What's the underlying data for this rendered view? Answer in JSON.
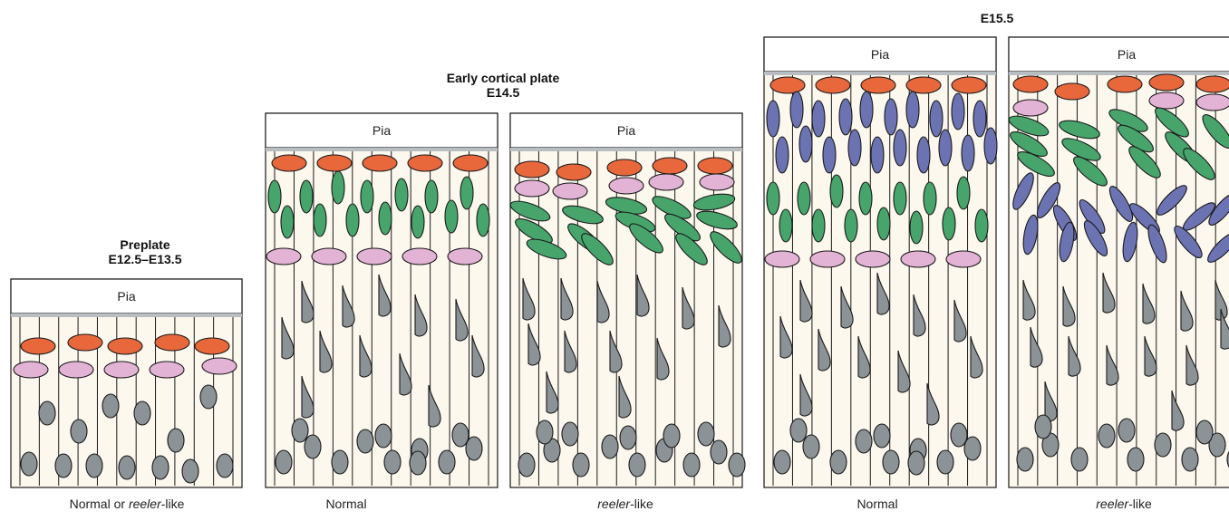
{
  "stages": [
    {
      "title": "Preplate",
      "subtitle": "E12.5–E13.5"
    },
    {
      "title": "Early cortical plate",
      "subtitle": "E14.5"
    },
    {
      "title": "",
      "subtitle": "E15.5"
    }
  ],
  "pia_label": "Pia",
  "captions": [
    {
      "italic": "",
      "prefix": "Normal or ",
      "emph": "reeler",
      "suffix": "-like"
    },
    {
      "prefix": "Normal",
      "emph": "",
      "suffix": ""
    },
    {
      "prefix": "",
      "emph": "reeler",
      "suffix": "-like"
    },
    {
      "prefix": "Normal",
      "emph": "",
      "suffix": ""
    },
    {
      "prefix": "",
      "emph": "reeler",
      "suffix": "-like"
    }
  ],
  "colors": {
    "background": "#fdf8ee",
    "pia_line": "#b9bec3",
    "orange_cell": "#e8683c",
    "pink_cell": "#e3b3d6",
    "green_cell": "#47a56c",
    "blue_cell": "#6c73b2",
    "gray_cell": "#8c9396"
  }
}
